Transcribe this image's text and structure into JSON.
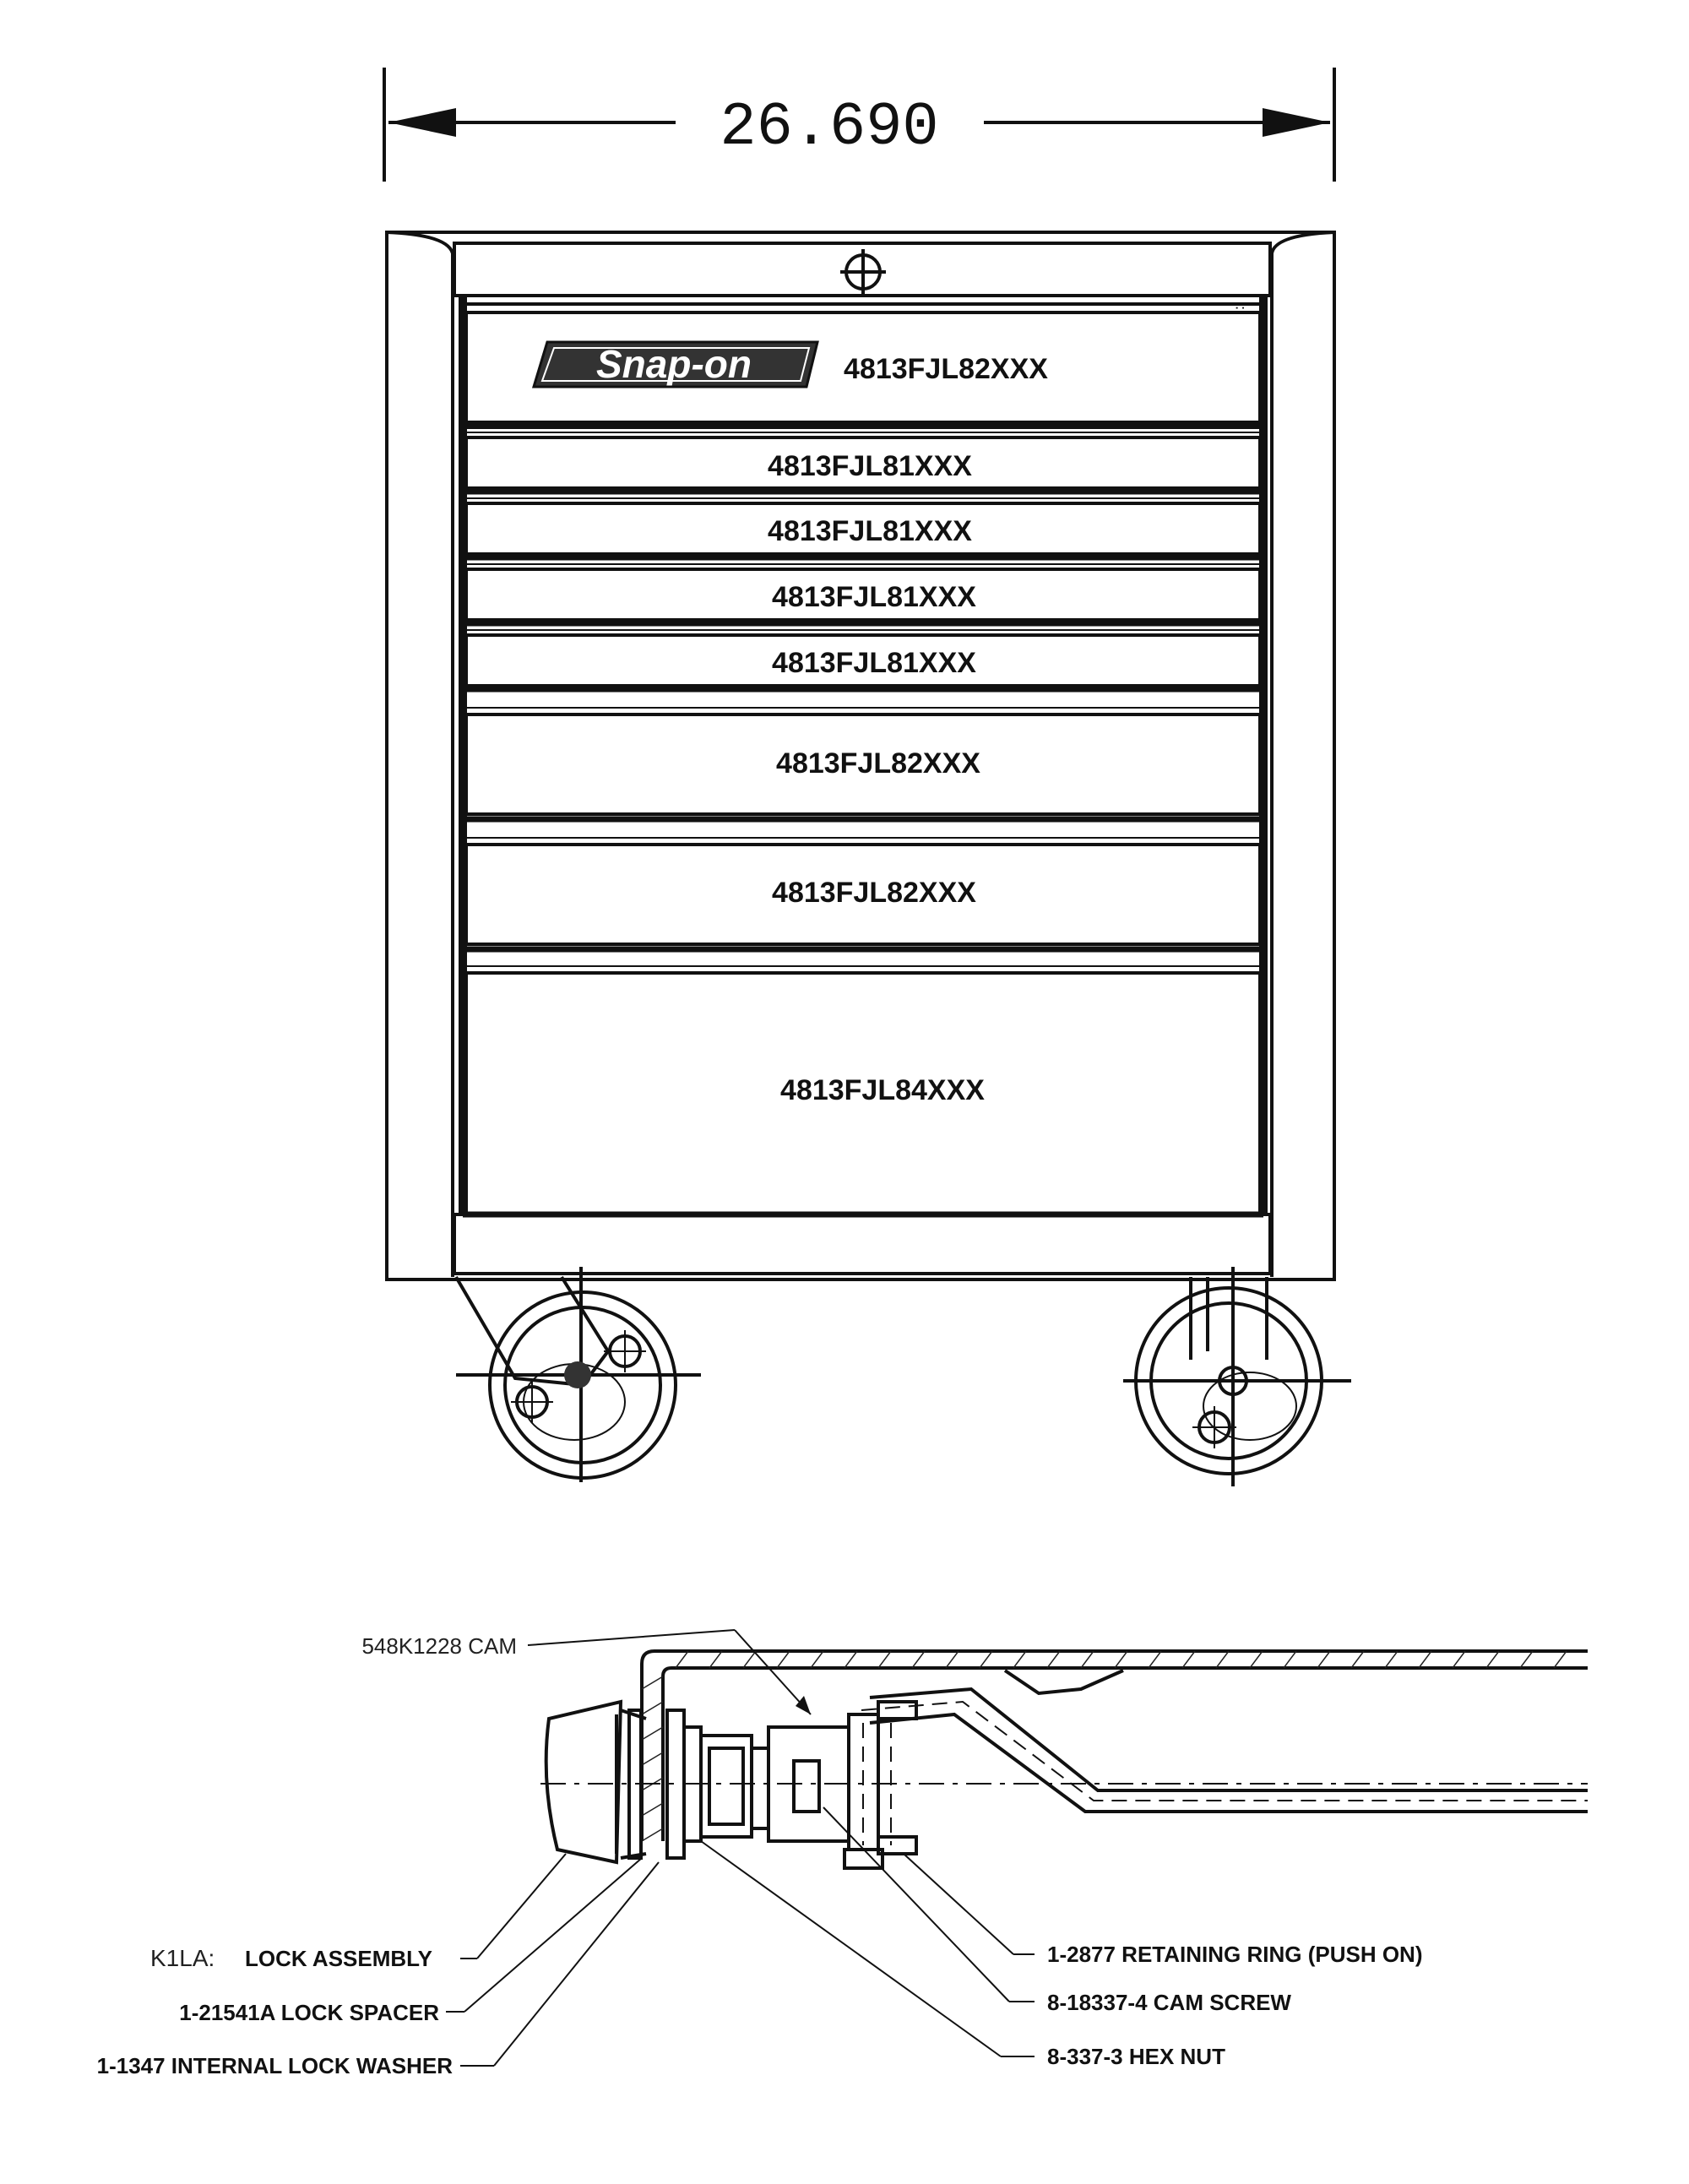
{
  "dimension": {
    "width_value": "26.690"
  },
  "brand": {
    "logo_text": "Snap-on"
  },
  "drawers": [
    {
      "label": "4813FJL82XXX"
    },
    {
      "label": "4813FJL81XXX"
    },
    {
      "label": "4813FJL81XXX"
    },
    {
      "label": "4813FJL81XXX"
    },
    {
      "label": "4813FJL81XXX"
    },
    {
      "label": "4813FJL82XXX"
    },
    {
      "label": "4813FJL82XXX"
    },
    {
      "label": "4813FJL84XXX"
    }
  ],
  "lock_callouts": {
    "cam": "548K1228 CAM",
    "lock_assembly_prefix": "K1LA:",
    "lock_assembly": "LOCK ASSEMBLY",
    "lock_spacer": "1-21541A LOCK SPACER",
    "lock_washer": "1-1347 INTERNAL LOCK WASHER",
    "retaining_ring": "1-2877 RETAINING RING (PUSH ON)",
    "cam_screw": "8-18337-4 CAM SCREW",
    "hex_nut": "8-337-3 HEX NUT"
  }
}
